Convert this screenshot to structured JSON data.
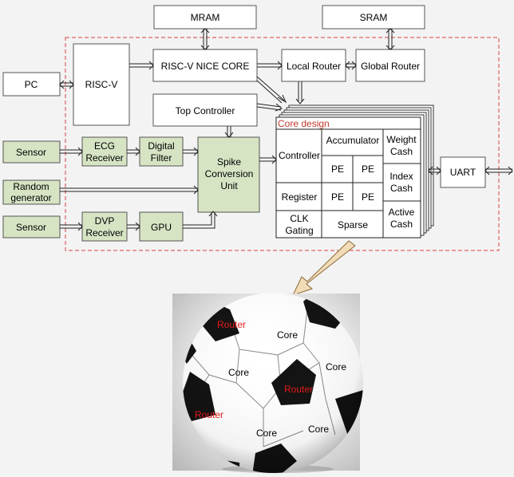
{
  "blocks": {
    "mram": "MRAM",
    "sram": "SRAM",
    "pc": "PC",
    "riscv": "RISC-V",
    "nice_core": "RISC-V NICE CORE",
    "local_router": "Local Router",
    "global_router": "Global Router",
    "top_controller": "Top Controller",
    "sensor_top": "Sensor",
    "ecg_receiver": [
      "ECG",
      "Receiver"
    ],
    "digital_filter": [
      "Digital",
      "Filter"
    ],
    "random_generator": [
      "Random",
      "generator"
    ],
    "sensor_bottom": "Sensor",
    "dvp_receiver": [
      "DVP",
      "Receiver"
    ],
    "gpu": "GPU",
    "spike_unit": [
      "Spike",
      "Conversion",
      "Unit"
    ],
    "uart": "UART"
  },
  "core_design": {
    "title": "Core design",
    "controller": "Controller",
    "accumulator": "Accumulator",
    "pe": "PE",
    "register": "Register",
    "clk_gating": [
      "CLK",
      "Gating"
    ],
    "sparse": "Sparse",
    "weight_cash": [
      "Weight",
      "Cash"
    ],
    "index_cash": [
      "Index",
      "Cash"
    ],
    "active_cash": [
      "Active",
      "Cash"
    ]
  },
  "ball_labels": [
    {
      "text": "Router",
      "kind": "router"
    },
    {
      "text": "Core",
      "kind": "core"
    },
    {
      "text": "Core",
      "kind": "core"
    },
    {
      "text": "Core",
      "kind": "core"
    },
    {
      "text": "Router",
      "kind": "router"
    },
    {
      "text": "Router",
      "kind": "router"
    },
    {
      "text": "Core",
      "kind": "core"
    },
    {
      "text": "Core",
      "kind": "core"
    }
  ],
  "colors": {
    "green_fill": "#d6e4c4",
    "dashed_border": "#d94040",
    "core_design_title": "#c0392b",
    "router_text": "#e21b1b",
    "arrow_fill": "#f2dbb7",
    "arrow_stroke": "#8a6a3a"
  }
}
